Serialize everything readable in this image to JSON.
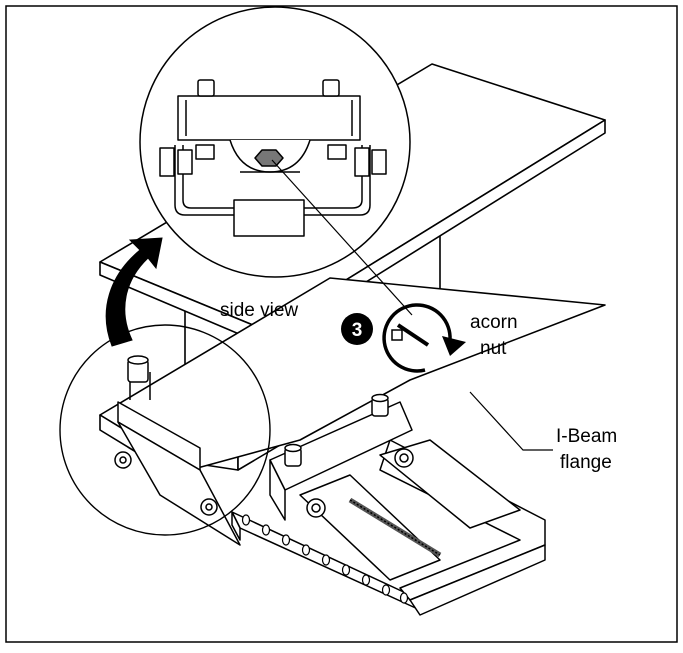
{
  "figure": {
    "labels": {
      "side_view": "side view",
      "step_number": "3",
      "acorn_nut": [
        "acorn",
        "nut"
      ],
      "flange": [
        "I-Beam",
        "flange"
      ]
    }
  }
}
